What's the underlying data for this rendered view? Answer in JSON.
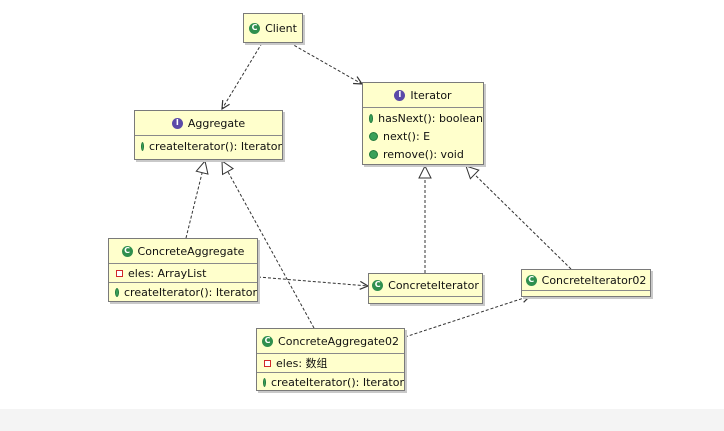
{
  "diagram": {
    "client": {
      "name": "Client",
      "badge": "C"
    },
    "aggregate": {
      "name": "Aggregate",
      "badge": "I",
      "methods": [
        "createIterator(): Iterator"
      ]
    },
    "iterator": {
      "name": "Iterator",
      "badge": "I",
      "methods": [
        "hasNext(): boolean",
        "next(): E",
        "remove(): void"
      ]
    },
    "concrete_aggregate": {
      "name": "ConcreteAggregate",
      "badge": "C",
      "fields": [
        "eles: ArrayList"
      ],
      "methods": [
        "createIterator(): Iterator"
      ]
    },
    "concrete_iterator": {
      "name": "ConcreteIterator",
      "badge": "C"
    },
    "concrete_iterator02": {
      "name": "ConcreteIterator02",
      "badge": "C"
    },
    "concrete_aggregate02": {
      "name": "ConcreteAggregate02",
      "badge": "C",
      "fields": [
        "eles: 数组"
      ],
      "methods": [
        "createIterator(): Iterator"
      ]
    }
  },
  "colors": {
    "box_fill": "#ffffcc",
    "class_badge": "#2f8f4e",
    "interface_badge": "#5b4aa8",
    "line": "#333333"
  }
}
